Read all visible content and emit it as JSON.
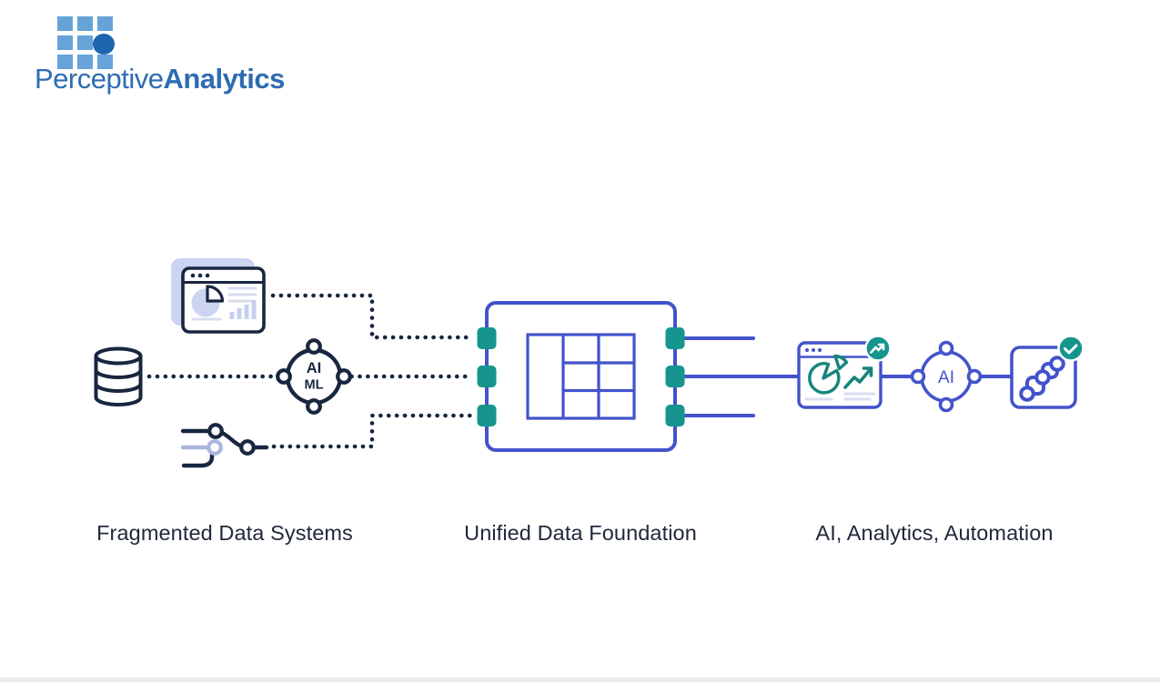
{
  "logo": {
    "brand_first": "Perceptive",
    "brand_second": "Analytics",
    "colors": {
      "square_blue": "#66a3d9",
      "dot_blue": "#1d66ad",
      "text_blue": "#2d6cb3"
    }
  },
  "diagram": {
    "stages": [
      {
        "id": "fragmented",
        "label": "Fragmented Data Systems"
      },
      {
        "id": "unified",
        "label": "Unified Data Foundation"
      },
      {
        "id": "outcomes",
        "label": "AI, Analytics, Automation"
      }
    ],
    "icon_labels": {
      "aiml_line1": "AI",
      "aiml_line2": "ML",
      "ai": "AI"
    },
    "icons": {
      "analytics-browser-icon": "browser window with pie chart, report lines and bar chart",
      "database-icon": "database cylinder with three bands",
      "data-pipeline-icon": "branching pipeline with commit nodes",
      "ai-ml-processor-icon": "circular processor hub labeled AI / ML",
      "unified-data-table-icon": "data table grid inside rounded box with teal connector ports",
      "dashboard-icon": "browser window with pie chart and growth arrow",
      "trend-up-badge-icon": "teal circular badge with rising arrow",
      "ai-processor-icon": "circular processor hub labeled AI",
      "workflow-chain-icon": "diagonal linked nodes inside rounded square",
      "check-badge-icon": "teal circular badge with checkmark"
    },
    "colors": {
      "navy": "#18263f",
      "indigo": "#4353cb",
      "teal_port": "#16948e",
      "teal_accent": "#15857c",
      "lavender": "#ccd4f2",
      "light_line": "#d7dcee",
      "label_text": "#20293a"
    }
  }
}
